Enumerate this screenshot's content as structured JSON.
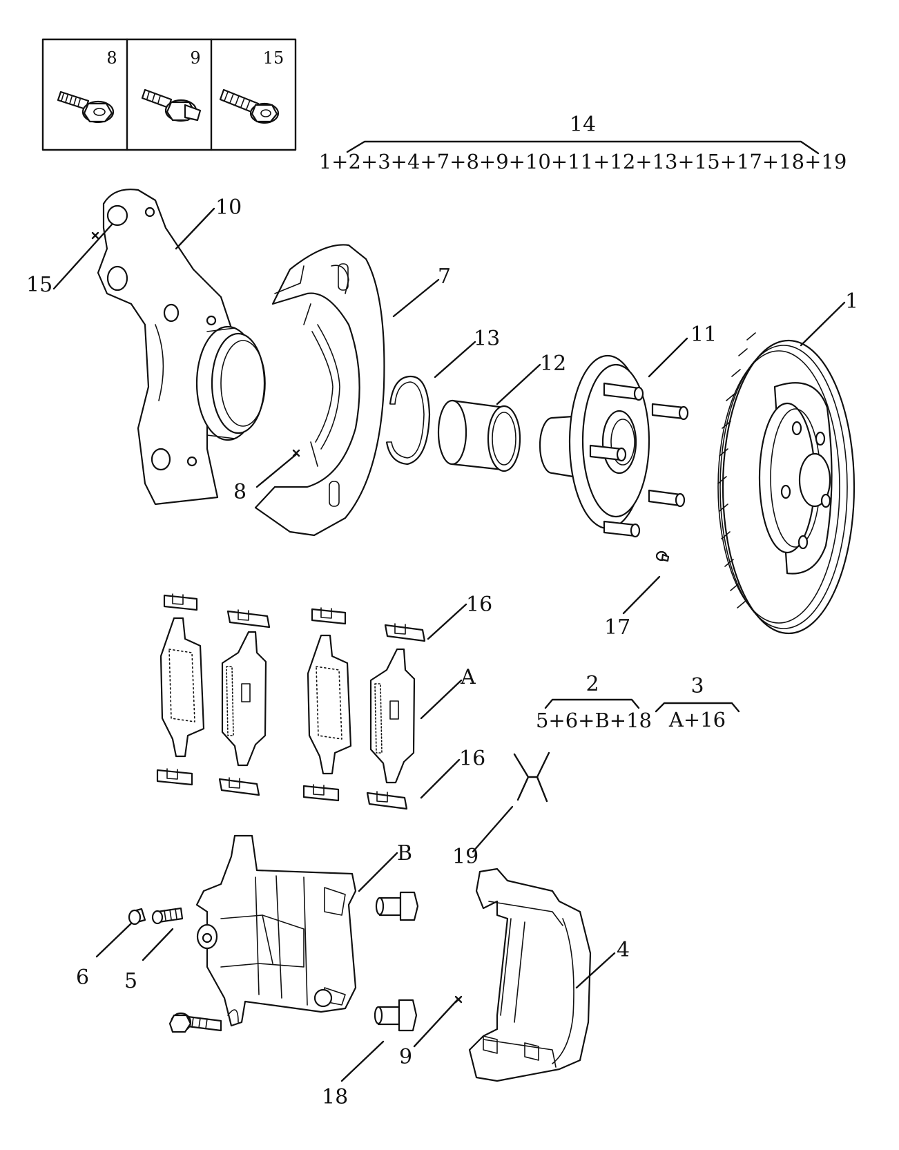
{
  "inset_labels": [
    "8",
    "9",
    "15"
  ],
  "groups": {
    "g14": {
      "label": "14",
      "formula": "1+2+3+4+7+8+9+10+11+12+13+15+17+18+19"
    },
    "g2": {
      "label": "2",
      "formula": "5+6+B+18"
    },
    "g3": {
      "label": "3",
      "formula": "A+16"
    }
  },
  "callouts": {
    "c10": "10",
    "c15": "15",
    "c7": "7",
    "c8": "8",
    "c13": "13",
    "c12": "12",
    "c11": "11",
    "c1": "1",
    "c17": "17",
    "c16a": "16",
    "cA": "A",
    "c16b": "16",
    "c19": "19",
    "cB": "B",
    "c6": "6",
    "c5": "5",
    "c4": "4",
    "c9": "9",
    "c18": "18"
  }
}
